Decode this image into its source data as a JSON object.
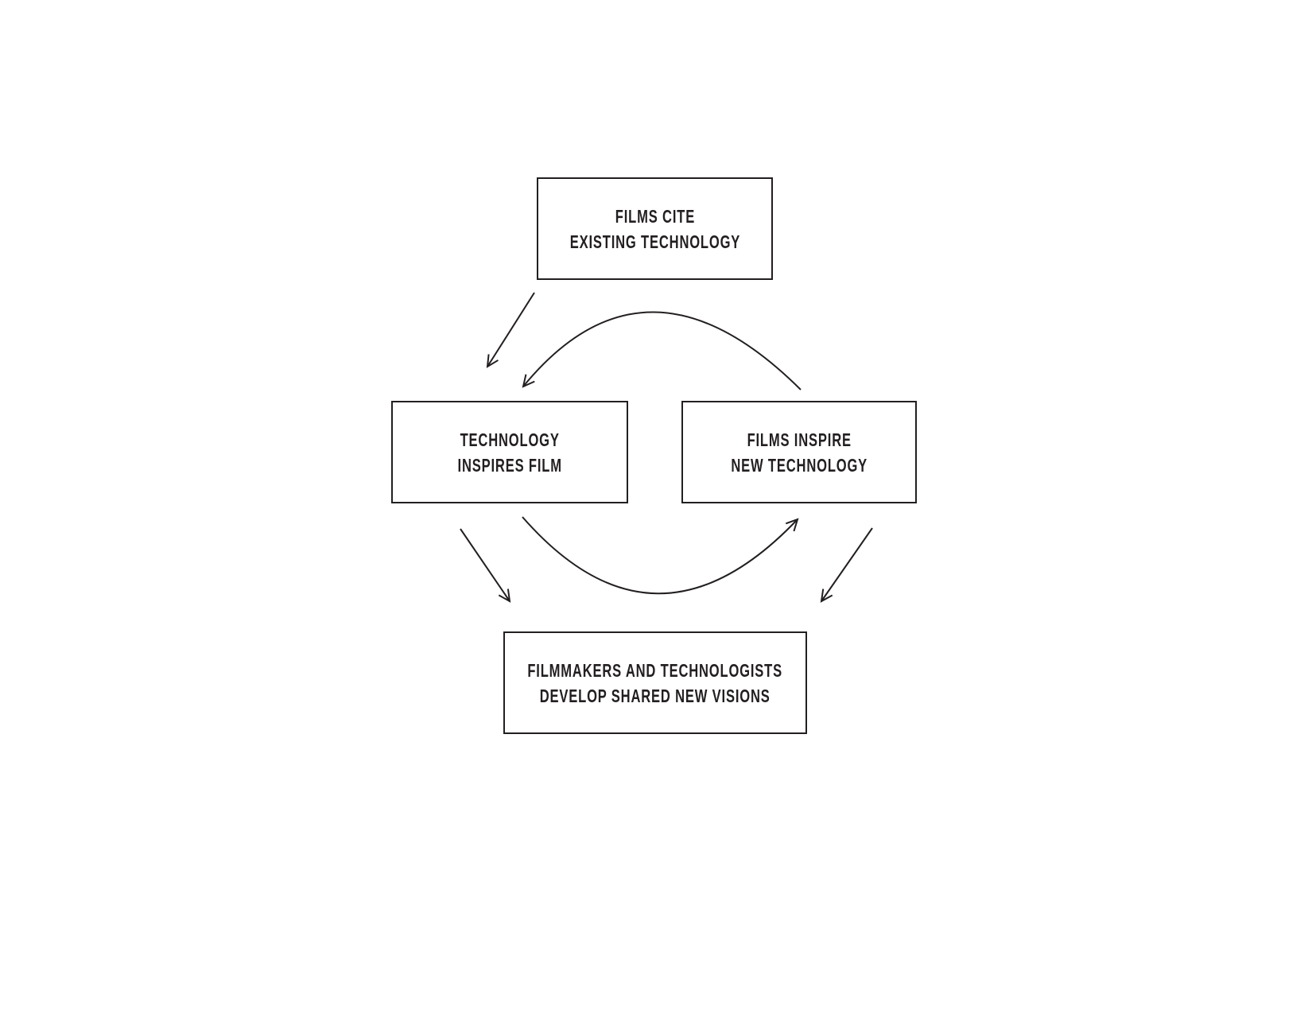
{
  "diagram": {
    "title": "Film and technology feedback-loop diagram",
    "background_color": "#ffffff",
    "ink_color": "#231f20",
    "nodes": [
      {
        "id": "films-cite-existing-technology",
        "line1": "FILMS CITE",
        "line2": "EXISTING TECHNOLOGY"
      },
      {
        "id": "technology-inspires-film",
        "line1": "TECHNOLOGY",
        "line2": "INSPIRES FILM"
      },
      {
        "id": "films-inspire-new-technology",
        "line1": "FILMS INSPIRE",
        "line2": "NEW TECHNOLOGY"
      },
      {
        "id": "filmmakers-develop-shared-visions",
        "line1": "FILMMAKERS AND TECHNOLOGISTS",
        "line2": "DEVELOP SHARED NEW VISIONS"
      }
    ],
    "edges": [
      {
        "from": "films-cite-existing-technology",
        "to": "technology-inspires-film",
        "style": "straight"
      },
      {
        "from": "films-inspire-new-technology",
        "to": "technology-inspires-film",
        "style": "curved-over-top"
      },
      {
        "from": "technology-inspires-film",
        "to": "films-inspire-new-technology",
        "style": "curved-under-bottom"
      },
      {
        "from": "technology-inspires-film",
        "to": "filmmakers-develop-shared-visions",
        "style": "straight"
      },
      {
        "from": "films-inspire-new-technology",
        "to": "filmmakers-develop-shared-visions",
        "style": "straight"
      }
    ]
  }
}
